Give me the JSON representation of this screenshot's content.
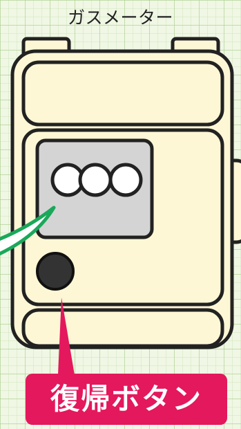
{
  "title": "ガスメーター",
  "button_label": "復帰ボタン",
  "colors": {
    "meter_body": "#fdf7d5",
    "outline": "#222222",
    "display_panel": "#d4d4d4",
    "reset_button": "#333333",
    "pointer": "#e4185c",
    "green_pointer": "#1aa85a",
    "background": "#f0f7e4"
  },
  "display_lamp_count": 3
}
